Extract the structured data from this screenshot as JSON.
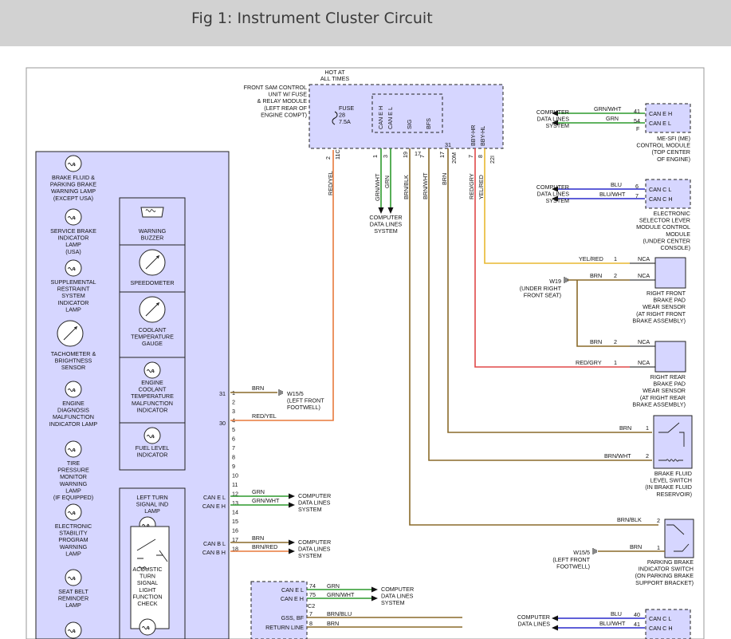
{
  "header": {
    "title": "Fig 1: Instrument Cluster Circuit"
  },
  "hot": [
    "HOT AT",
    "ALL TIMES"
  ],
  "front_sam": {
    "label": [
      "FRONT SAM CONTROL",
      "UNIT W/ FUSE",
      "& RELAY MODULE",
      "(LEFT REAR OF",
      "ENGINE COMPT)"
    ],
    "fuse": [
      "FUSE",
      "28",
      "7.5A"
    ],
    "inner_pins": [
      "CAN E H",
      "CAN E L",
      "SIG",
      "BFS"
    ],
    "pin_numbers": [
      "2",
      "1",
      "3",
      "19",
      "7",
      "31"
    ],
    "wire_labels": [
      "RED/YEL",
      "11C",
      "GRN/WHT",
      "GRN",
      "BRN/BLK",
      "BRN/WHT",
      "BRN",
      "20M",
      "RED/GRY",
      "YEL/RED",
      "17",
      "7",
      "8",
      "22I"
    ],
    "can_out_labels": [
      "BBY-HR",
      "BBY-HL"
    ]
  },
  "me_sfi": {
    "pins": [
      "CAN E H",
      "CAN E L"
    ],
    "pin_numbers": [
      "41",
      "54",
      "F"
    ],
    "wires": [
      "GRN/WHT",
      "GRN"
    ],
    "label": [
      "ME-SFI (ME)",
      "CONTROL MODULE",
      "(TOP CENTER",
      "OF ENGINE)"
    ],
    "cdl": [
      "COMPUTER",
      "DATA LINES",
      "SYSTEM"
    ]
  },
  "selector": {
    "pins": [
      "CAN C L",
      "CAN C H"
    ],
    "pin_numbers": [
      "6",
      "7"
    ],
    "wires": [
      "BLU",
      "BLU/WHT"
    ],
    "label": [
      "ELECTRONIC",
      "SELECTOR LEVER",
      "MODULE CONTROL",
      "MODULE",
      "(UNDER CENTER",
      "CONSOLE)"
    ],
    "cdl": [
      "COMPUTER",
      "DATA LINES",
      "SYSTEM"
    ]
  },
  "mid_cdl": [
    "COMPUTER",
    "DATA LINES",
    "SYSTEM"
  ],
  "front_pad": {
    "wires": [
      "YEL/RED",
      "BRN"
    ],
    "pin_numbers": [
      "1",
      "2"
    ],
    "nca": [
      "NCA",
      "NCA"
    ],
    "ground": [
      "W19",
      "(UNDER RIGHT",
      "FRONT SEAT)"
    ],
    "label": [
      "RIGHT FRONT",
      "BRAKE PAD",
      "WEAR SENSOR",
      "(AT RIGHT FRONT",
      "BRAKE ASSEMBLY)"
    ]
  },
  "rear_pad": {
    "wires": [
      "BRN",
      "RED/GRY"
    ],
    "pin_numbers": [
      "2",
      "1"
    ],
    "nca": [
      "NCA",
      "NCA"
    ],
    "label": [
      "RIGHT REAR",
      "BRAKE PAD",
      "WEAR SENSOR",
      "(AT RIGHT REAR",
      "BRAKE ASSEMBLY)"
    ]
  },
  "fluid_switch": {
    "wires": [
      "BRN",
      "BRN/WHT"
    ],
    "pin_numbers": [
      "1",
      "2"
    ],
    "label": [
      "BRAKE FLUID",
      "LEVEL SWITCH",
      "(IN BRAKE FLUID",
      "RESERVOIR)"
    ]
  },
  "parking_switch": {
    "wires": [
      "BRN/BLK",
      "BRN"
    ],
    "pin_numbers": [
      "2",
      "1"
    ],
    "ground": [
      "W15/5",
      "(LEFT FRONT",
      "FOOTWELL)"
    ],
    "label": [
      "PARKING BRAKE",
      "INDICATOR SWITCH",
      "(ON PARKING BRAKE",
      "SUPPORT BRACKET)"
    ]
  },
  "cluster": {
    "lamps": [
      [
        "BRAKE FLUID &",
        "PARKING BRAKE",
        "WARNING LAMP",
        "(EXCEPT USA)"
      ],
      [
        "SERVICE BRAKE",
        "INDICATOR",
        "LAMP",
        "(USA)"
      ],
      [
        "SUPPLEMENTAL",
        "RESTRAINT",
        "SYSTEM",
        "INDICATOR",
        "LAMP"
      ],
      [
        "TACHOMETER &",
        "BRIGHTNESS",
        "SENSOR"
      ],
      [
        "ENGINE",
        "DIAGNOSIS",
        "MALFUNCTION",
        "INDICATOR LAMP"
      ],
      [
        "TIRE",
        "PRESSURE",
        "MONITOR",
        "WARNING",
        "LAMP",
        "(IF EQUIPPED)"
      ],
      [
        "ELECTRONIC",
        "STABILITY",
        "PROGRAM",
        "WARNING",
        "LAMP"
      ],
      [
        "SEAT BELT",
        "REMINDER",
        "LAMP"
      ]
    ],
    "gauges": [
      [
        "WARNING",
        "BUZZER"
      ],
      [
        "SPEEDOMETER"
      ],
      [
        "COOLANT",
        "TEMPERATURE",
        "GAUGE"
      ],
      [
        "ENGINE",
        "COOLANT",
        "TEMPERATURE",
        "MALFUNCTION",
        "INDICATOR"
      ],
      [
        "FUEL LEVEL",
        "INDICATOR"
      ]
    ],
    "turn": {
      "title": [
        "LEFT TURN",
        "SIGNAL IND",
        "LAMP"
      ],
      "check": [
        "ACOUSTIC",
        "TURN",
        "SIGNAL",
        "LIGHT",
        "FUNCTION",
        "CHECK"
      ]
    },
    "pin_numbers": [
      "1",
      "2",
      "3",
      "4",
      "5",
      "6",
      "7",
      "8",
      "9",
      "10",
      "11",
      "12",
      "13",
      "14",
      "15",
      "16",
      "17",
      "18"
    ],
    "ext_numbers": [
      "31",
      "30"
    ],
    "side_labels": [
      "CAN E L",
      "CAN E H",
      "CAN B L",
      "CAN B H"
    ]
  },
  "cluster_wires": {
    "pin1": "BRN",
    "pin1_ground": [
      "W15/5",
      "(LEFT FRONT",
      "FOOTWELL)"
    ],
    "pin4": "RED/YEL",
    "pin12": "GRN",
    "pin13": "GRN/WHT",
    "pin17": "BRN",
    "pin18": "BRN/RED",
    "cdl_a": [
      "COMPUTER",
      "DATA LINES",
      "SYSTEM"
    ],
    "cdl_b": [
      "COMPUTER",
      "DATA LINES",
      "SYSTEM"
    ]
  },
  "bottom_module": {
    "pins": [
      "CAN E L",
      "CAN E H",
      "GSS, BF",
      "RETURN LINE"
    ],
    "pin_numbers": [
      "74",
      "75",
      "C2",
      "7",
      "8"
    ],
    "wires": [
      "GRN",
      "GRN/WHT",
      "BRN/BLU",
      "BRN"
    ],
    "cdl": [
      "COMPUTER",
      "DATA LINES",
      "SYSTEM"
    ]
  },
  "bottom_right": {
    "pins": [
      "CAN C L",
      "CAN C H"
    ],
    "pin_numbers": [
      "40",
      "41"
    ],
    "wires": [
      "BLU",
      "BLU/WHT"
    ],
    "cdl": [
      "COMPUTER",
      "DATA LINES"
    ]
  },
  "colors": {
    "module_fill": "#d6d6ff",
    "wire_red": "#e87a3c",
    "wire_green": "#2d9a2d",
    "wire_brown": "#8a6a2a",
    "wire_blue": "#2a2acc",
    "wire_yellow": "#e8b830",
    "wire_redgry": "#e04848"
  }
}
